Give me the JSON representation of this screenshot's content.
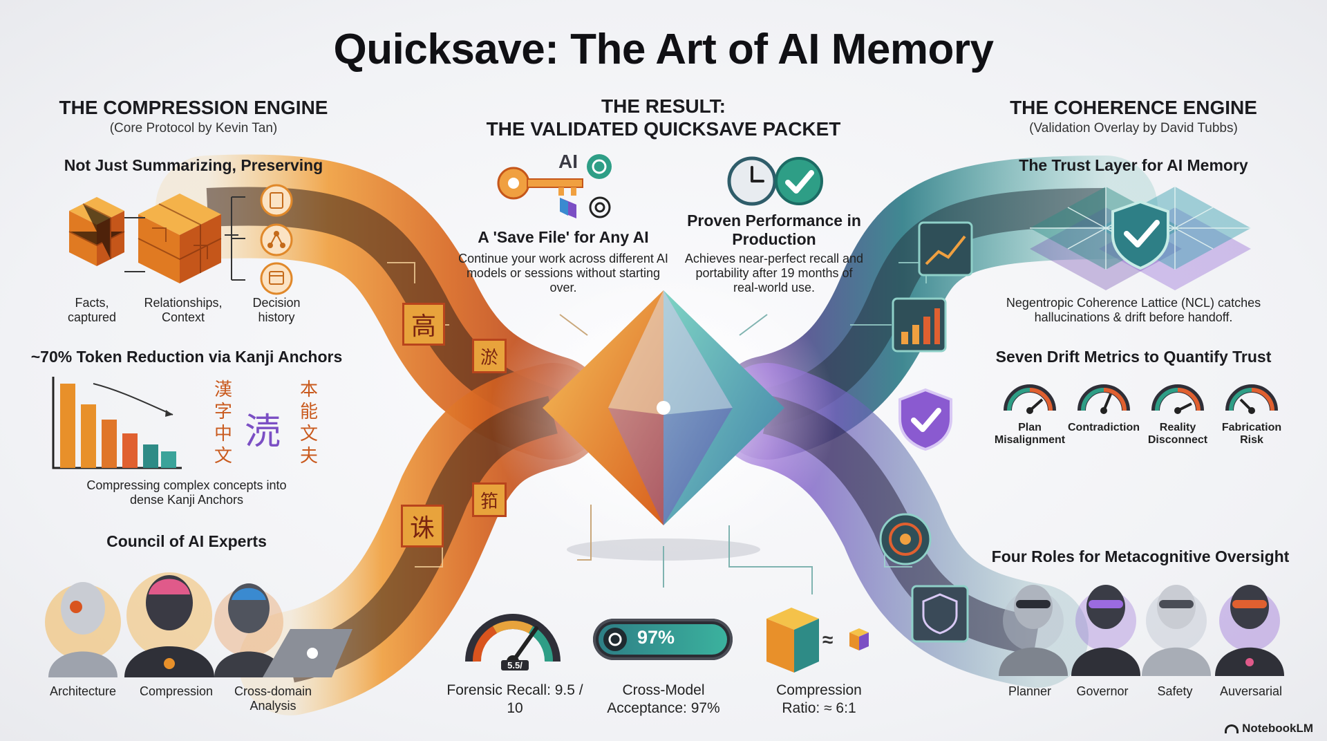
{
  "title": "Quicksave: The Art of AI Memory",
  "left": {
    "engine_title": "THE COMPRESSION ENGINE",
    "engine_sub": "(Core Protocol by Kevin Tan)",
    "preserve_heading": "Not Just Summarizing, Preserving",
    "preserve_items": [
      "Facts, captured",
      "Relationships, Context",
      "Decision history"
    ],
    "token_heading": "~70% Token Reduction via Kanji Anchors",
    "kanji_left": [
      "漢",
      "字",
      "中",
      "文"
    ],
    "kanji_center": "涜",
    "kanji_right": [
      "本",
      "能",
      "文",
      "夫"
    ],
    "token_caption": "Compressing complex concepts into dense Kanji Anchors",
    "council_heading": "Council of AI Experts",
    "council_roles": [
      "Architecture",
      "Compression",
      "Cross-domain Analysis"
    ]
  },
  "center": {
    "result_line1": "THE RESULT:",
    "result_line2": "THE VALIDATED QUICKSAVE PACKET",
    "ai_badge": "AI",
    "save_heading": "A 'Save File' for Any AI",
    "save_text": "Continue your work across different AI models or sessions without starting over.",
    "perf_heading": "Proven Performance in Production",
    "perf_text": "Achieves near-perfect recall and portability after 19 months of real-world use.",
    "path_kanji": [
      "高",
      "淤",
      "筘",
      "诛"
    ],
    "gauge_readout": "5.5/",
    "pill_value": "97%",
    "approx_symbol": "≈",
    "metrics": [
      "Forensic Recall: 9.5 / 10",
      "Cross-Model Acceptance: 97%",
      "Compression Ratio: ≈ 6:1"
    ]
  },
  "right": {
    "engine_title": "THE COHERENCE ENGINE",
    "engine_sub": "(Validation Overlay by David Tubbs)",
    "trust_heading": "The Trust Layer for AI Memory",
    "ncl_text": "Negentropic Coherence Lattice (NCL) catches hallucinations & drift before handoff.",
    "drift_heading": "Seven Drift Metrics to Quantify Trust",
    "drift_metrics": [
      "Plan Misalignment",
      "Contradiction",
      "Reality Disconnect",
      "Fabrication Risk"
    ],
    "roles_heading": "Four Roles for Metacognitive Oversight",
    "roles": [
      "Planner",
      "Governor",
      "Safety",
      "Auversarial"
    ]
  },
  "brand": "NotebookLM",
  "colors": {
    "orange": "#e8902a",
    "deep_orange": "#d9541e",
    "teal": "#2e8b86",
    "purple": "#7c4fc4",
    "dark": "#1b1b1f"
  }
}
